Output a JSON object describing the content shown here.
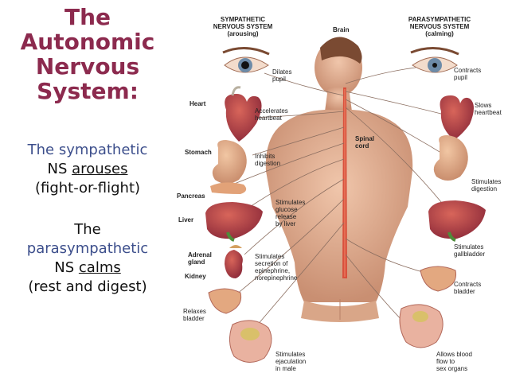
{
  "left_panel": {
    "title_lines": [
      "The",
      "Autonomic",
      "Nervous",
      "System:"
    ],
    "sympathetic": {
      "line1": "The sympathetic",
      "line2_prefix": "NS ",
      "line2_underlined": "arouses",
      "line3": "(fight-or-flight)"
    },
    "parasympathetic": {
      "line1": "The",
      "line2": "parasympathetic",
      "line3_prefix": "NS ",
      "line3_underlined": "calms",
      "line4": "(rest and digest)"
    }
  },
  "diagram": {
    "sympathetic_header": [
      "SYMPATHETIC",
      "NERVOUS SYSTEM",
      "(arousing)"
    ],
    "parasympathetic_header": [
      "PARASYMPATHETIC",
      "NERVOUS SYSTEM",
      "(calming)"
    ],
    "brain": "Brain",
    "spinal_cord": [
      "Spinal",
      "cord"
    ],
    "organs": {
      "heart": "Heart",
      "stomach": "Stomach",
      "pancreas": "Pancreas",
      "liver": "Liver",
      "adrenal_gland": [
        "Adrenal",
        "gland"
      ],
      "kidney": "Kidney"
    },
    "sympathetic_effects": {
      "eye": [
        "Dilates",
        "pupil"
      ],
      "heart": [
        "Accelerates",
        "heartbeat"
      ],
      "stomach": [
        "Inhibits",
        "digestion"
      ],
      "liver": [
        "Stimulates",
        "glucose",
        "release",
        "by liver"
      ],
      "adrenal": [
        "Stimulates",
        "secretion of",
        "epinephrine,",
        "norepinephrine"
      ],
      "bladder": [
        "Relaxes",
        "bladder"
      ],
      "genitals": [
        "Stimulates",
        "ejaculation",
        "in male"
      ]
    },
    "parasympathetic_effects": {
      "eye": [
        "Contracts",
        "pupil"
      ],
      "heart": [
        "Slows",
        "heartbeat"
      ],
      "stomach": [
        "Stimulates",
        "digestion"
      ],
      "gallbladder": [
        "Stimulates",
        "gallbladder"
      ],
      "bladder": [
        "Contracts",
        "bladder"
      ],
      "genitals": [
        "Allows blood",
        "flow to",
        "sex organs"
      ]
    }
  },
  "colors": {
    "title": "#8c2a4e",
    "blue_text": "#3d4f8c",
    "body_text": "#111111",
    "skin": "#e7b79a",
    "skin_dark": "#c98f72",
    "spinal": "#d9503c",
    "organ_red": "#b23a3a",
    "liver": "#8e2b3a",
    "nerve": "#9a7b6a"
  }
}
